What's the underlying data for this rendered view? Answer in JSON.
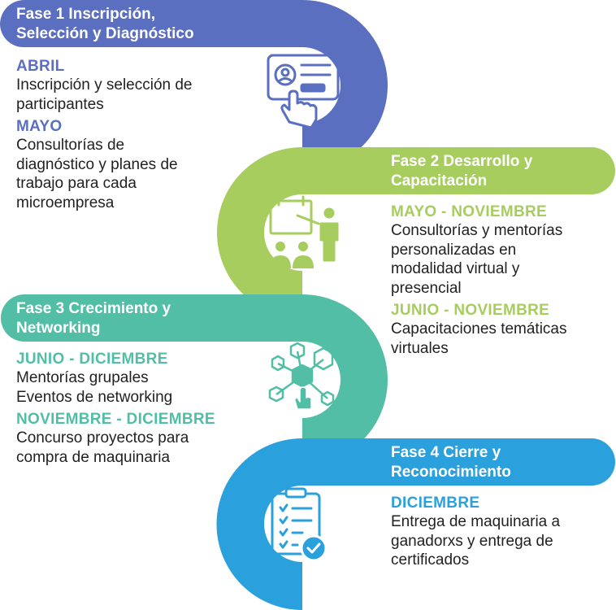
{
  "colors": {
    "phase1": "#5b6fc0",
    "phase2": "#a7cd5f",
    "phase3": "#52bea6",
    "phase4": "#2aa0dc",
    "text": "#222222"
  },
  "phases": [
    {
      "title": "Fase 1 Inscripción,\nSelección y Diagnóstico",
      "icon": "profile-card-click-icon",
      "items": [
        {
          "period": "ABRIL",
          "text": "Inscripción y selección de\nparticipantes"
        },
        {
          "period": "MAYO",
          "text": "Consultorías de\ndiagnóstico y planes de\ntrabajo para cada\nmicroempresa"
        }
      ]
    },
    {
      "title": "Fase 2 Desarrollo y\nCapacitación",
      "icon": "presentation-board-icon",
      "items": [
        {
          "period": "MAYO - NOVIEMBRE",
          "text": "Consultorías y mentorías\npersonalizadas en\nmodalidad virtual y\npresencial"
        },
        {
          "period": "JUNIO - NOVIEMBRE",
          "text": "Capacitaciones temáticas\nvirtuales"
        }
      ]
    },
    {
      "title": "Fase 3 Crecimiento y\nNetworking",
      "icon": "network-hexagons-icon",
      "items": [
        {
          "period": "JUNIO - DICIEMBRE",
          "text": "Mentorías grupales\nEventos de networking"
        },
        {
          "period": "NOVIEMBRE - DICIEMBRE",
          "text": "Concurso proyectos para\ncompra de maquinaria"
        }
      ]
    },
    {
      "title": "Fase 4 Cierre y\nReconocimiento",
      "icon": "clipboard-checklist-icon",
      "items": [
        {
          "period": "DICIEMBRE",
          "text": "Entrega de maquinaria a\nganadorxs y entrega de\ncertificados"
        }
      ]
    }
  ]
}
